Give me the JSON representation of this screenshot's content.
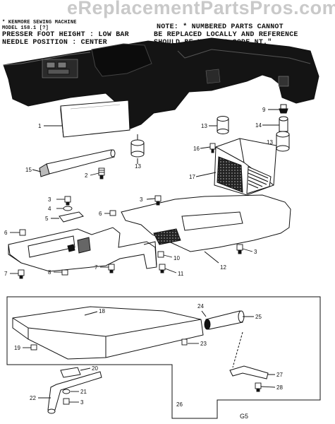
{
  "watermark": "eReplacementPartsPros.com",
  "header": {
    "line1": "* KENMORE SEWING MACHINE",
    "line2": "MODEL 158.1 [?]",
    "line3": "PRESSER FOOT HEIGHT : LOW BAR",
    "line4": "NEEDLE POSITION : CENTER"
  },
  "note": {
    "line1": "NOTE: * NUMBERED PARTS CANNOT",
    "line2": "BE REPLACED LOCALLY AND REFERENCE",
    "line3": "SHOULD BE MADE TO CODE NT.\""
  },
  "page_code": "G5",
  "callouts": [
    "1",
    "2",
    "3",
    "4",
    "5",
    "6",
    "7",
    "8",
    "9",
    "10",
    "11",
    "12",
    "13",
    "14",
    "15",
    "16",
    "17",
    "18",
    "19",
    "20",
    "21",
    "22",
    "23",
    "24",
    "25",
    "26",
    "27",
    "28"
  ]
}
